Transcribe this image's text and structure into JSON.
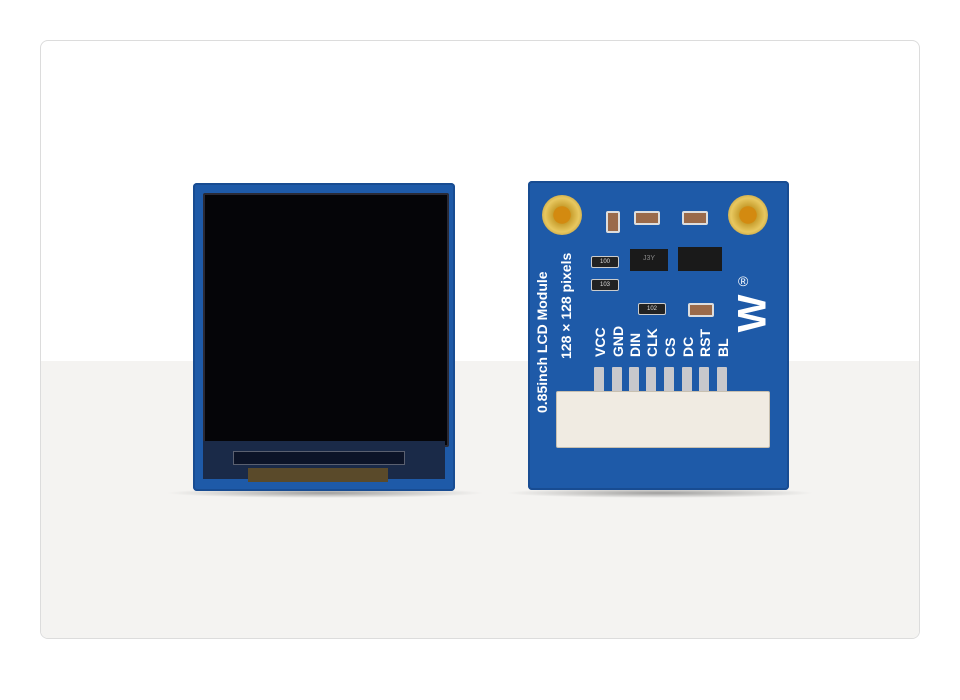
{
  "image": {
    "description_free": true
  },
  "pcb_text": {
    "title": "0.85inch LCD Module",
    "resolution": "128 × 128 pixels",
    "pins": [
      "VCC",
      "GND",
      "DIN",
      "CLK",
      "CS",
      "DC",
      "RST",
      "BL"
    ],
    "components": [
      "100",
      "103",
      "102",
      "J3Y"
    ],
    "registered": "®"
  },
  "colors": {
    "pcb": "#1e5aa8",
    "background_top": "#ffffff",
    "background_bottom": "#f4f3f1"
  }
}
